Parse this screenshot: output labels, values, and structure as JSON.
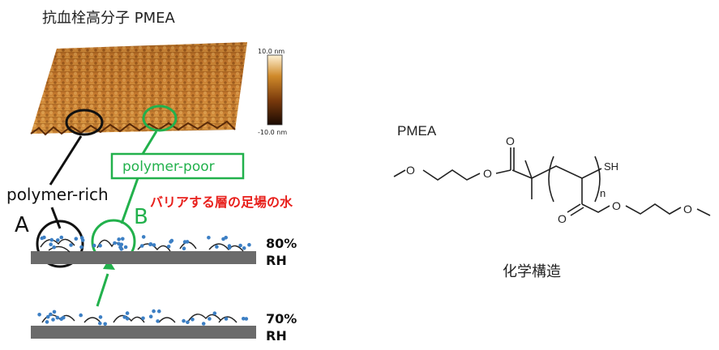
{
  "title": "抗血栓高分子 PMEA",
  "afm": {
    "scale_max": "10.0 nm",
    "scale_min": "-10.0 nm"
  },
  "labels": {
    "polymer_rich": "polymer-rich",
    "polymer_poor": "polymer-poor",
    "barrier_water": "バリアする層の足場の水",
    "letter_a": "A",
    "letter_b": "B"
  },
  "rh_levels": [
    {
      "percent": "80%",
      "unit": "RH"
    },
    {
      "percent": "70%",
      "unit": "RH"
    }
  ],
  "chemistry": {
    "name": "PMEA",
    "atom_o1": "O",
    "atom_o2": "O",
    "atom_o3": "O",
    "atom_o4": "O",
    "atom_o5": "O",
    "atom_o6": "O",
    "thiol": "SH",
    "repeat": "n",
    "caption": "化学構造"
  },
  "colors": {
    "black_circle": "#111111",
    "green": "#22b14c",
    "red_text": "#e8201c",
    "water_dot": "#3c7fc4",
    "substrate": "#6b6b6b"
  }
}
